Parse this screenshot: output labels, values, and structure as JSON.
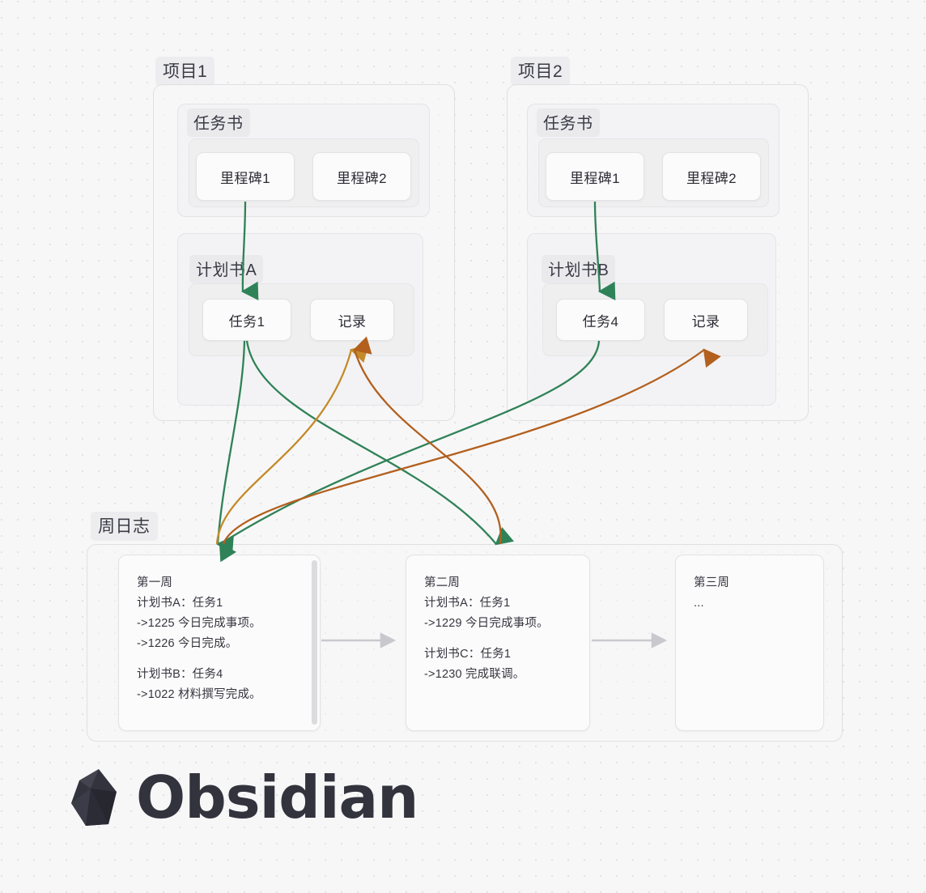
{
  "canvas": {
    "background_color": "#f7f7f8",
    "dot_grid_color": "#e3e3e6"
  },
  "projects": [
    {
      "title": "项目1",
      "groups": [
        {
          "label": "任务书",
          "cards": [
            "里程碑1",
            "里程碑2"
          ]
        },
        {
          "label": "计划书A",
          "cards": [
            "任务1",
            "记录"
          ]
        }
      ]
    },
    {
      "title": "项目2",
      "groups": [
        {
          "label": "任务书",
          "cards": [
            "里程碑1",
            "里程碑2"
          ]
        },
        {
          "label": "计划书B",
          "cards": [
            "任务4",
            "记录"
          ]
        }
      ]
    }
  ],
  "weekly_log": {
    "title": "周日志",
    "notes": [
      {
        "heading": "第一周",
        "lines": [
          "计划书A：任务1",
          "->1225 今日完成事项。",
          "->1226 今日完成。",
          "",
          "计划书B：任务4",
          "->1022 材料撰写完成。"
        ],
        "has_scrollbar": true
      },
      {
        "heading": "第二周",
        "lines": [
          "计划书A：任务1",
          "->1229 今日完成事项。",
          "",
          "计划书C：任务1",
          "->1230 完成联调。"
        ],
        "has_scrollbar": false
      },
      {
        "heading": "第三周",
        "lines": [
          "..."
        ],
        "has_scrollbar": false
      }
    ]
  },
  "brand": {
    "name": "Obsidian",
    "logo_icon": "obsidian-gem-icon"
  },
  "edge_colors": {
    "green": "#2f8257",
    "amber": "#c48a2a",
    "brown": "#b3601e",
    "gray": "#c9c9cd"
  }
}
